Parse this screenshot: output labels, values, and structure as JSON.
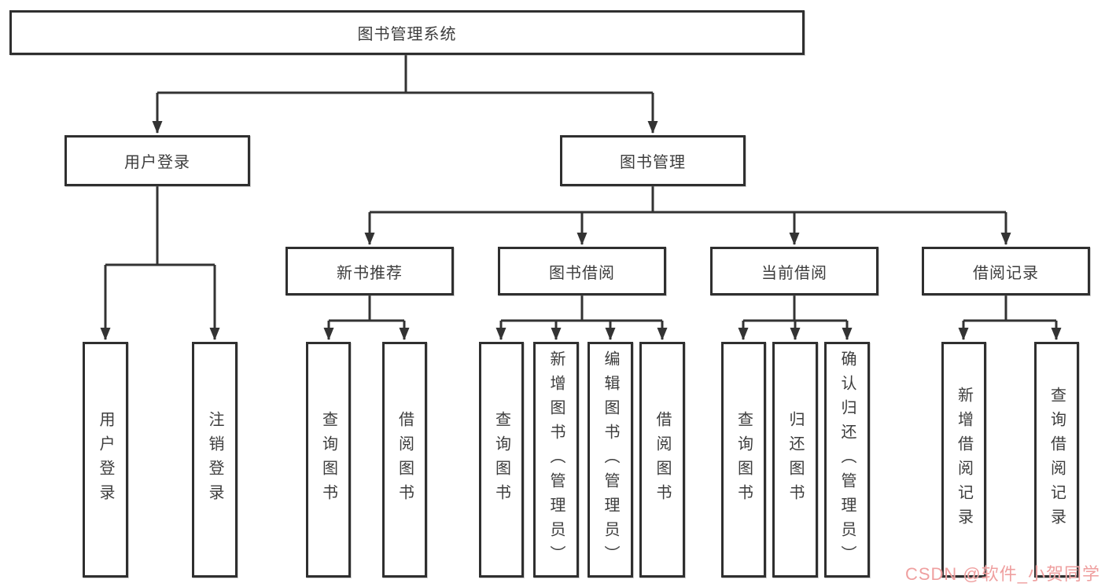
{
  "colors": {
    "box_border": "#2f2f2f",
    "line": "#333333",
    "text": "#3d3d3d",
    "background": "#ffffff",
    "watermark": "#ee9a9a"
  },
  "watermark": {
    "text": "CSDN @软件_小贺同学"
  },
  "tree": {
    "root": {
      "label": "图书管理系统"
    },
    "branches": [
      {
        "label": "用户登录",
        "children": [
          {
            "label": "用户登录"
          },
          {
            "label": "注销登录"
          }
        ]
      },
      {
        "label": "图书管理",
        "children": [
          {
            "label": "新书推荐",
            "children": [
              {
                "label": "查询图书"
              },
              {
                "label": "借阅图书"
              }
            ]
          },
          {
            "label": "图书借阅",
            "children": [
              {
                "label": "查询图书"
              },
              {
                "label": "新增图书（管理员）"
              },
              {
                "label": "编辑图书（管理员）"
              },
              {
                "label": "借阅图书"
              }
            ]
          },
          {
            "label": "当前借阅",
            "children": [
              {
                "label": "查询图书"
              },
              {
                "label": "归还图书"
              },
              {
                "label": "确认归还（管理员）"
              }
            ]
          },
          {
            "label": "借阅记录",
            "children": [
              {
                "label": "新增借阅记录"
              },
              {
                "label": "查询借阅记录"
              }
            ]
          }
        ]
      }
    ]
  }
}
